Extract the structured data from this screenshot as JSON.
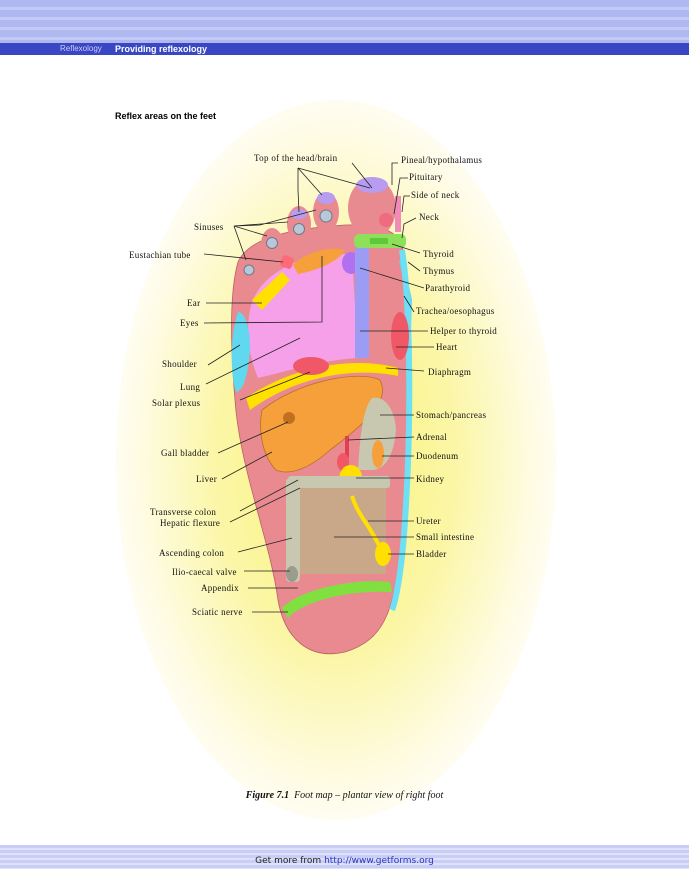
{
  "header": {
    "section": "Reflexology",
    "chapter": "Providing reflexology"
  },
  "heading": "Reflex areas on the feet",
  "labels": {
    "top_of_head": "Top of the head/brain",
    "pineal": "Pineal/hypothalamus",
    "pituitary": "Pituitary",
    "side_of_neck": "Side of neck",
    "sinuses": "Sinuses",
    "neck": "Neck",
    "eustachian": "Eustachian tube",
    "thyroid": "Thyroid",
    "thymus": "Thymus",
    "parathyroid": "Parathyroid",
    "ear": "Ear",
    "trachea": "Trachea/oesophagus",
    "eyes": "Eyes",
    "helper_thyroid": "Helper to thyroid",
    "heart": "Heart",
    "shoulder": "Shoulder",
    "diaphragm": "Diaphragm",
    "lung": "Lung",
    "solar_plexus": "Solar plexus",
    "stomach": "Stomach/pancreas",
    "adrenal": "Adrenal",
    "gall_bladder": "Gall bladder",
    "duodenum": "Duodenum",
    "liver": "Liver",
    "kidney": "Kidney",
    "transverse_colon": "Transverse colon",
    "hepatic_flexure": "Hepatic flexure",
    "ureter": "Ureter",
    "small_intestine": "Small intestine",
    "ascending_colon": "Ascending colon",
    "bladder": "Bladder",
    "ileo_caecal": "Ilio-caecal valve",
    "appendix": "Appendix",
    "sciatic": "Sciatic nerve"
  },
  "caption": {
    "figure": "Figure 7.1",
    "text": "Foot map – plantar view of right foot"
  },
  "footer": {
    "text": "Get more from ",
    "link": "http://www.getforms.org"
  },
  "colors": {
    "nav": "#3a47c4",
    "skin": "#e8848c",
    "toes_pink": "#f290c8",
    "liver": "#f5a03a",
    "lung": "#ffe000",
    "shoulder": "#5fd8f0",
    "colon": "#c8c8b0",
    "intestine": "#c8a888",
    "sciatic": "#80e040"
  }
}
